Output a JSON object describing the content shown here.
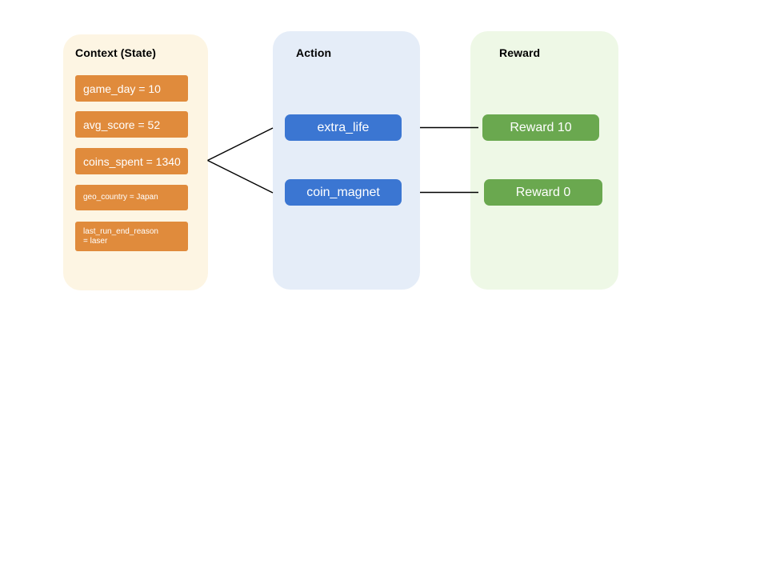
{
  "diagram": {
    "columns": [
      {
        "id": "context",
        "title": "Context (State)",
        "panel_color": "#fdf5e3",
        "chip_color": "#e08b3c",
        "items": [
          {
            "label": "game_day = 10",
            "size": "big"
          },
          {
            "label": "avg_score = 52",
            "size": "big"
          },
          {
            "label": "coins_spent = 1340",
            "size": "big"
          },
          {
            "label": "geo_country = Japan",
            "size": "small"
          },
          {
            "label": "last_run_end_reason\n= laser",
            "size": "small"
          }
        ]
      },
      {
        "id": "action",
        "title": "Action",
        "panel_color": "#e5edf8",
        "chip_color": "#3b76d2",
        "items": [
          {
            "label": "extra_life"
          },
          {
            "label": "coin_magnet"
          }
        ]
      },
      {
        "id": "reward",
        "title": "Reward",
        "panel_color": "#eef8e6",
        "chip_color": "#6aa84f",
        "items": [
          {
            "label": "Reward 10"
          },
          {
            "label": "Reward 0"
          }
        ]
      }
    ],
    "connectors": {
      "fork_label": "context-to-action-fork",
      "action_to_reward_label": "action-to-reward-links"
    }
  }
}
